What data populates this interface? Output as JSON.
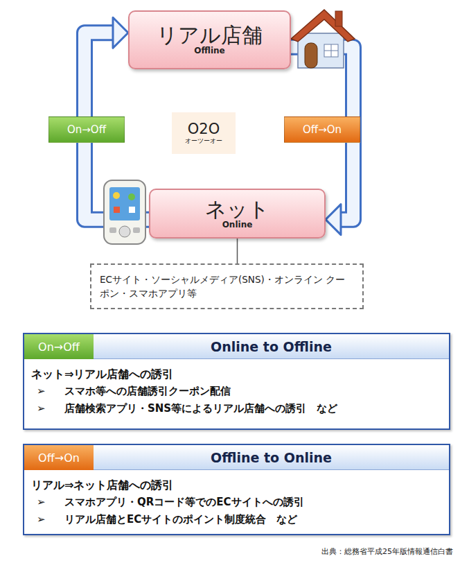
{
  "diagram": {
    "caption": "出典：総務省平成25年版情報通信白書",
    "nodes": [
      {
        "text": [
          "リアル店舗",
          "Offline"
        ]
      },
      {
        "text": [
          "On→Off"
        ]
      },
      {
        "text": [
          "O2O",
          "オーツーオー"
        ]
      },
      {
        "text": [
          "Off→On"
        ]
      },
      {
        "text": [
          "ネット",
          "Online"
        ]
      },
      {
        "text": [
          "ECサイト・ソーシャルメディア(SNS)・オンライン クーポン・スマホアプリ等"
        ]
      },
      {
        "text": [
          "ネット⇒リアル店舗への誘引",
          "スマホ等への店舗誘引クーポン配信",
          "店舗検索アプリ・SNS等によるリアル店舗への誘引　など"
        ]
      },
      {
        "text": [
          "On→Off"
        ],
        "in": 6
      },
      {
        "text": [
          "Online to Offline"
        ],
        "in": 6
      },
      {
        "text": [
          "リアル⇒ネット店舗への誘引",
          "スマホアプリ・QRコード等でのECサイトへの誘引",
          "リアル店舗とECサイトのポイント制度統合　など"
        ]
      },
      {
        "text": [
          "Off→On"
        ],
        "in": 9
      },
      {
        "text": [
          "Offline to Online"
        ],
        "in": 9
      }
    ],
    "edges": [
      {
        "from": 4,
        "to": 0,
        "arrow": "to"
      },
      {
        "from": 0,
        "to": 4,
        "arrow": "to"
      },
      {
        "from": 4,
        "to": 5,
        "arrow": "none"
      }
    ],
    "labels": [
      "➢",
      "➢",
      "➢",
      "➢"
    ]
  }
}
